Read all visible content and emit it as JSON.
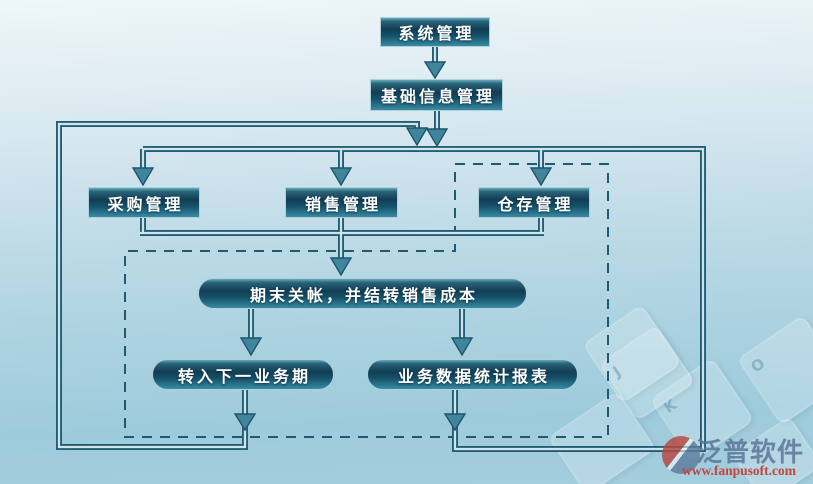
{
  "diagram": {
    "type": "flowchart",
    "nodes": {
      "system": {
        "label": "系统管理"
      },
      "base_info": {
        "label": "基础信息管理"
      },
      "purchase": {
        "label": "采购管理"
      },
      "sales": {
        "label": "销售管理"
      },
      "warehouse": {
        "label": "仓存管理"
      },
      "closing": {
        "label": "期末关帐，并结转销售成本"
      },
      "next_period": {
        "label": "转入下一业务期"
      },
      "report": {
        "label": "业务数据统计报表"
      }
    },
    "edges": [
      {
        "from": "system",
        "to": "base_info"
      },
      {
        "from": "base_info",
        "to": "purchase"
      },
      {
        "from": "base_info",
        "to": "sales"
      },
      {
        "from": "base_info",
        "to": "warehouse"
      },
      {
        "from": "purchase",
        "to": "closing"
      },
      {
        "from": "sales",
        "to": "closing"
      },
      {
        "from": "warehouse",
        "to": "closing"
      },
      {
        "from": "closing",
        "to": "next_period"
      },
      {
        "from": "closing",
        "to": "report"
      },
      {
        "from": "next_period",
        "to": "distribution-junction",
        "style": "loop-back-left"
      },
      {
        "from": "report",
        "to": "distribution-junction",
        "style": "loop-back-right"
      }
    ],
    "dashed_regions": [
      "around warehouse node",
      "around closing / next-period / report nodes"
    ]
  },
  "watermark": {
    "brand": "泛普软件",
    "url": "www.fanpusoft.com"
  },
  "background_keys": [
    "J",
    "K",
    "O"
  ],
  "colors": {
    "node_top": "#66abbc",
    "node_dark": "#123e55",
    "node_bottom": "#3d8ba1",
    "node_border": "#aecfdb",
    "line_outer": "#235e73",
    "line_inner": "#cfe4ec",
    "arrow_fill": "#3f869d",
    "dashed_line": "#1f5a72",
    "bg_top": "#eef6f9",
    "bg_bottom": "#9ecbdc",
    "brand_text": "#5c799b",
    "brand_url": "#c2453c"
  }
}
